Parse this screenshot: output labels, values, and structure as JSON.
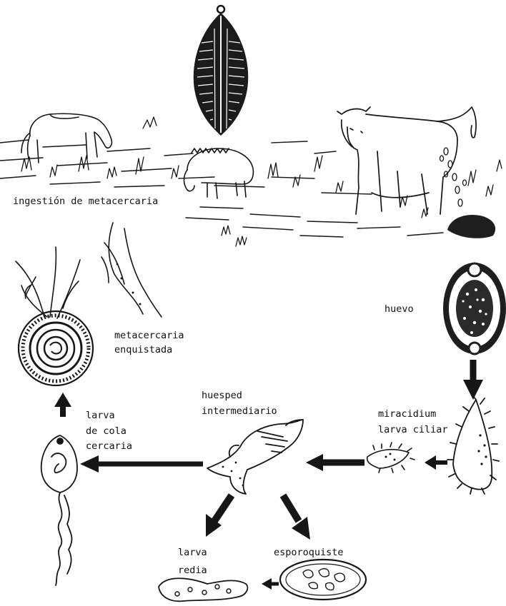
{
  "labels": {
    "ingestion": "ingestión de metacercaria",
    "huevo": "huevo",
    "metacercaria_l1": "metacercaria",
    "metacercaria_l2": "enquistada",
    "huesped_l1": "huesped",
    "huesped_l2": "intermediario",
    "miracidium_l1": "miracidium",
    "miracidium_l2": "larva ciliar",
    "cercaria_l1": "larva",
    "cercaria_l2": "de cola",
    "cercaria_l3": "cercaria",
    "redia_l1": "larva",
    "redia_l2": "redia",
    "esporoquiste": "esporoquiste"
  },
  "colors": {
    "ink": "#161616",
    "background": "#ffffff"
  }
}
